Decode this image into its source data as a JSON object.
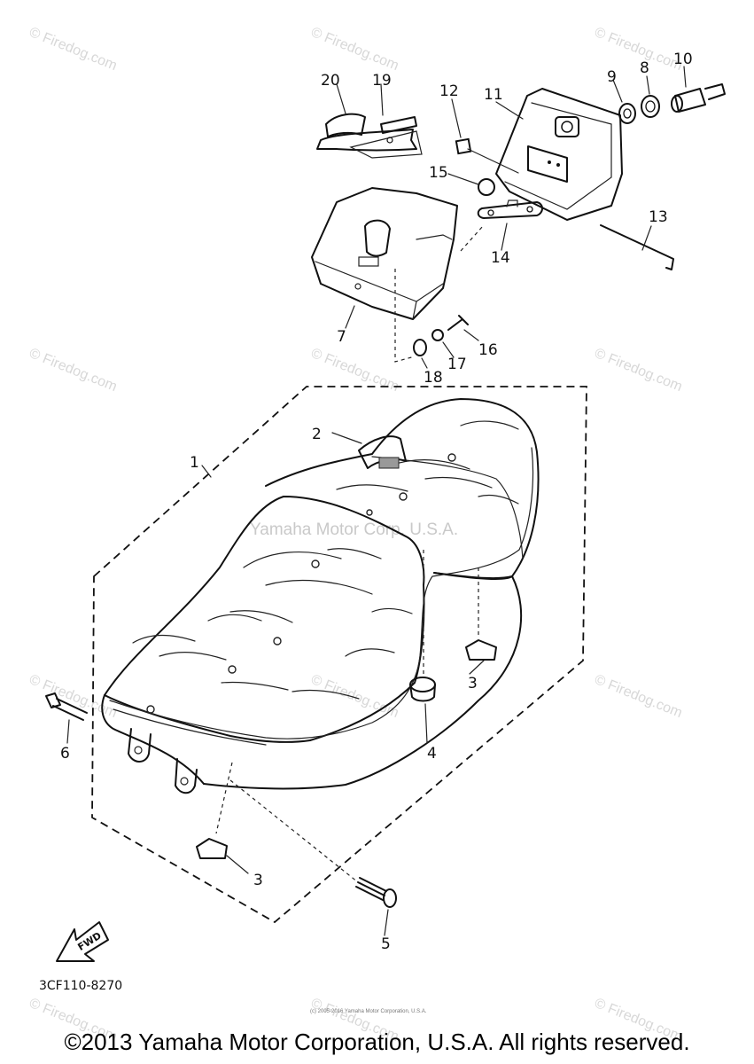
{
  "watermark": "© Firedog.com",
  "center_watermark": "Yamaha Motor Corp. U.S.A.",
  "fwd_label": "FWD",
  "part_code": "3CF110-8270",
  "tiny_copyright": "(c) 2005-2016 Yamaha Motor Corporation, U.S.A.",
  "footer": "©2013 Yamaha Motor Corporation, U.S.A. All rights reserved.",
  "callouts": {
    "c1": "1",
    "c2": "2",
    "c3a": "3",
    "c3b": "3",
    "c4": "4",
    "c5": "5",
    "c6": "6",
    "c7": "7",
    "c8": "8",
    "c9": "9",
    "c10": "10",
    "c11": "11",
    "c12": "12",
    "c13": "13",
    "c14": "14",
    "c15": "15",
    "c16": "16",
    "c17": "17",
    "c18": "18",
    "c19": "19",
    "c20": "20"
  }
}
